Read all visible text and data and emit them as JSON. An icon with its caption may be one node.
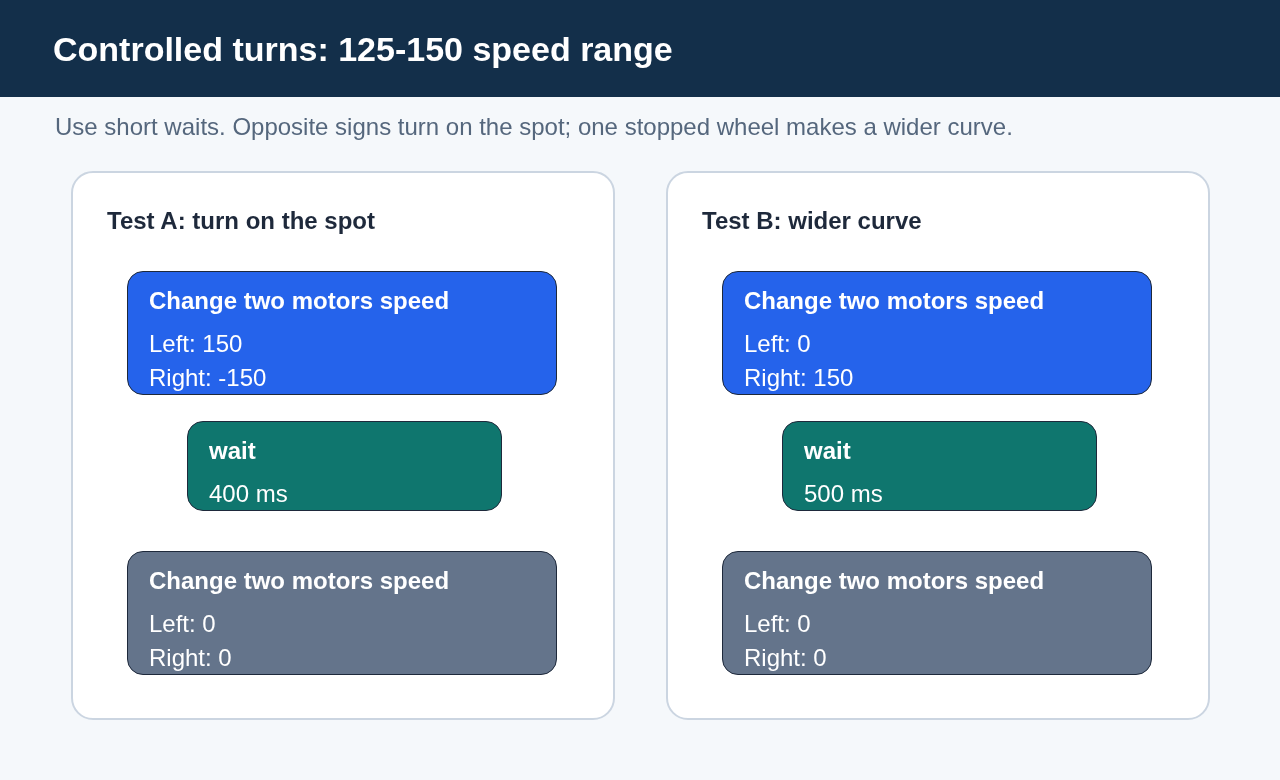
{
  "diagram": {
    "title": "Controlled turns: 125-150 speed range",
    "nodes": [
      {
        "text": [
          "Test A: turn on the spot"
        ]
      },
      {
        "text": [
          "Change two motors speed",
          "Left: 150",
          "Right: -150"
        ],
        "in": 0
      },
      {
        "text": [
          "wait",
          "400 ms"
        ],
        "in": 0
      },
      {
        "text": [
          "Change two motors speed",
          "Left: 0",
          "Right: 0"
        ],
        "in": 0
      },
      {
        "text": [
          "Test B: wider curve"
        ]
      },
      {
        "text": [
          "Change two motors speed",
          "Left: 0",
          "Right: 150"
        ],
        "in": 4
      },
      {
        "text": [
          "wait",
          "500 ms"
        ],
        "in": 4
      },
      {
        "text": [
          "Change two motors speed",
          "Left: 0",
          "Right: 0"
        ],
        "in": 4
      }
    ],
    "labels": [
      "Use short waits. Opposite signs turn on the spot; one stopped wheel makes a wider curve."
    ]
  }
}
